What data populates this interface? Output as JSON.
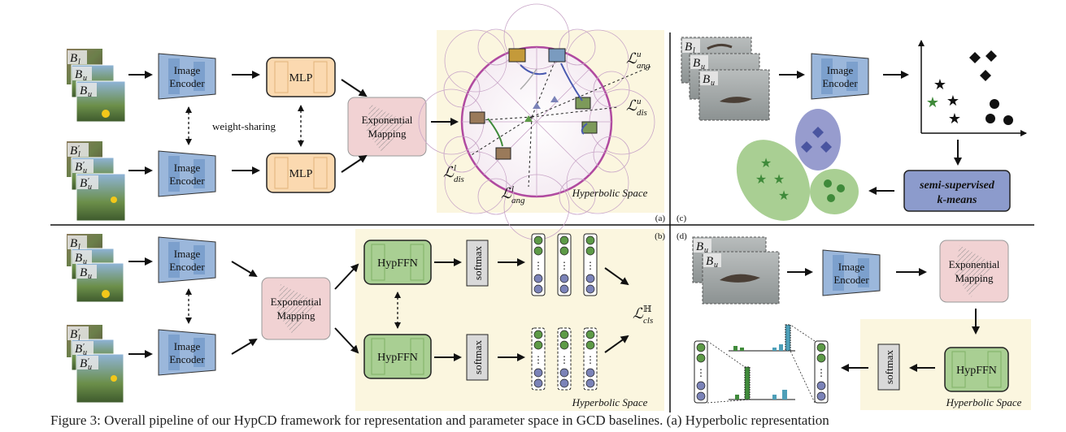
{
  "labels": {
    "image_encoder_line1": "Image",
    "image_encoder_line2": "Encoder",
    "mlp": "MLP",
    "weight_sharing": "weight-sharing",
    "exp_line1": "Exponential",
    "exp_line2": "Mapping",
    "hypffn": "HypFFN",
    "softmax": "softmax",
    "hyperbolic_space": "Hyperbolic Space",
    "semi_line1": "semi-supervised",
    "semi_line2": "k-means",
    "ellipsis": "⋮"
  },
  "batches": {
    "b_l": "B",
    "b_l_sub": "l",
    "b_u": "B",
    "b_u_sub": "u",
    "prime": "′"
  },
  "losses": {
    "ang_u_main": "ℒ",
    "ang_u_sub": "ang",
    "ang_u_sup": "u",
    "dis_u_main": "ℒ",
    "dis_u_sub": "dis",
    "dis_u_sup": "u",
    "dis_l_main": "ℒ",
    "dis_l_sub": "dis",
    "dis_l_sup": "l",
    "ang_l_main": "ℒ",
    "ang_l_sub": "ang",
    "ang_l_sup": "l",
    "cls_main": "ℒ",
    "cls_sub": "cls",
    "cls_sup": "ℍ"
  },
  "panels": {
    "a": "(a)",
    "b": "(b)",
    "c": "(c)",
    "d": "(d)"
  },
  "caption": "Figure 3: Overall pipeline of our HypCD framework for representation and parameter space in GCD baselines. (a) Hyperbolic representation",
  "colors": {
    "encoder": "#9bb7db",
    "encoder_inner": "#6f95c8",
    "mlp": "#fbd9b0",
    "exp": "#f1d2d3",
    "hypffn": "#a9cf93",
    "hyper_bg": "#fbf6df",
    "green_node": "#5d9a47",
    "blue_node": "#7b83b8",
    "kmeans_box": "#8c9bcc"
  }
}
